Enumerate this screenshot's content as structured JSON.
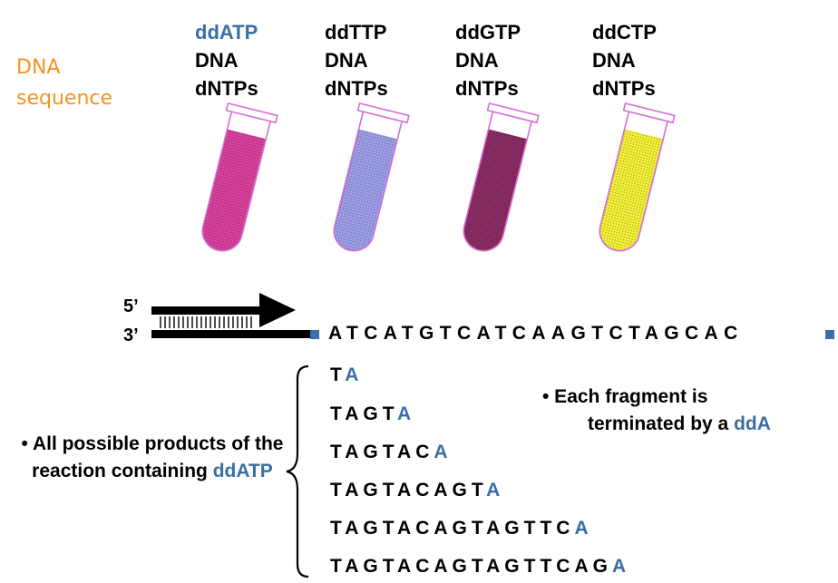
{
  "dna_sequence_label": "DNA sequence",
  "tubes": [
    {
      "dd": "ddATP",
      "dna": "DNA",
      "dntps": "dNTPs",
      "color": "#d9409c",
      "dd_color": "#3a6ea5"
    },
    {
      "dd": "ddTTP",
      "dna": "DNA",
      "dntps": "dNTPs",
      "color": "#9b9ee6",
      "dd_color": "#000000"
    },
    {
      "dd": "ddGTP",
      "dna": "DNA",
      "dntps": "dNTPs",
      "color": "#8b2b63",
      "dd_color": "#000000"
    },
    {
      "dd": "ddCTP",
      "dna": "DNA",
      "dntps": "dNTPs",
      "color": "#f2ef3a",
      "dd_color": "#000000"
    }
  ],
  "primer": {
    "five_prime": "5’",
    "three_prime": "3’"
  },
  "template_sequence": "ATCATGTCATCAAGTCTAGCAC",
  "fragments": [
    {
      "body": "T",
      "terminator": "A"
    },
    {
      "body": "TAGT",
      "terminator": "A"
    },
    {
      "body": "TAGTAC",
      "terminator": "A"
    },
    {
      "body": "TAGTACAGT",
      "terminator": "A"
    },
    {
      "body": "TAGTACAGTAGTTC",
      "terminator": "A"
    },
    {
      "body": "TAGTACAGTAGTTCAG",
      "terminator": "A"
    }
  ],
  "notes": {
    "left_prefix": "• All possible products of the reaction containing ",
    "left_highlight": "ddATP",
    "right_line1": "• Each fragment is",
    "right_line2_prefix": "terminated by a ",
    "right_highlight": "ddA"
  },
  "colors": {
    "accent_orange": "#f7931e",
    "accent_blue": "#3a6ea5",
    "marker": "#3a6ea5"
  }
}
